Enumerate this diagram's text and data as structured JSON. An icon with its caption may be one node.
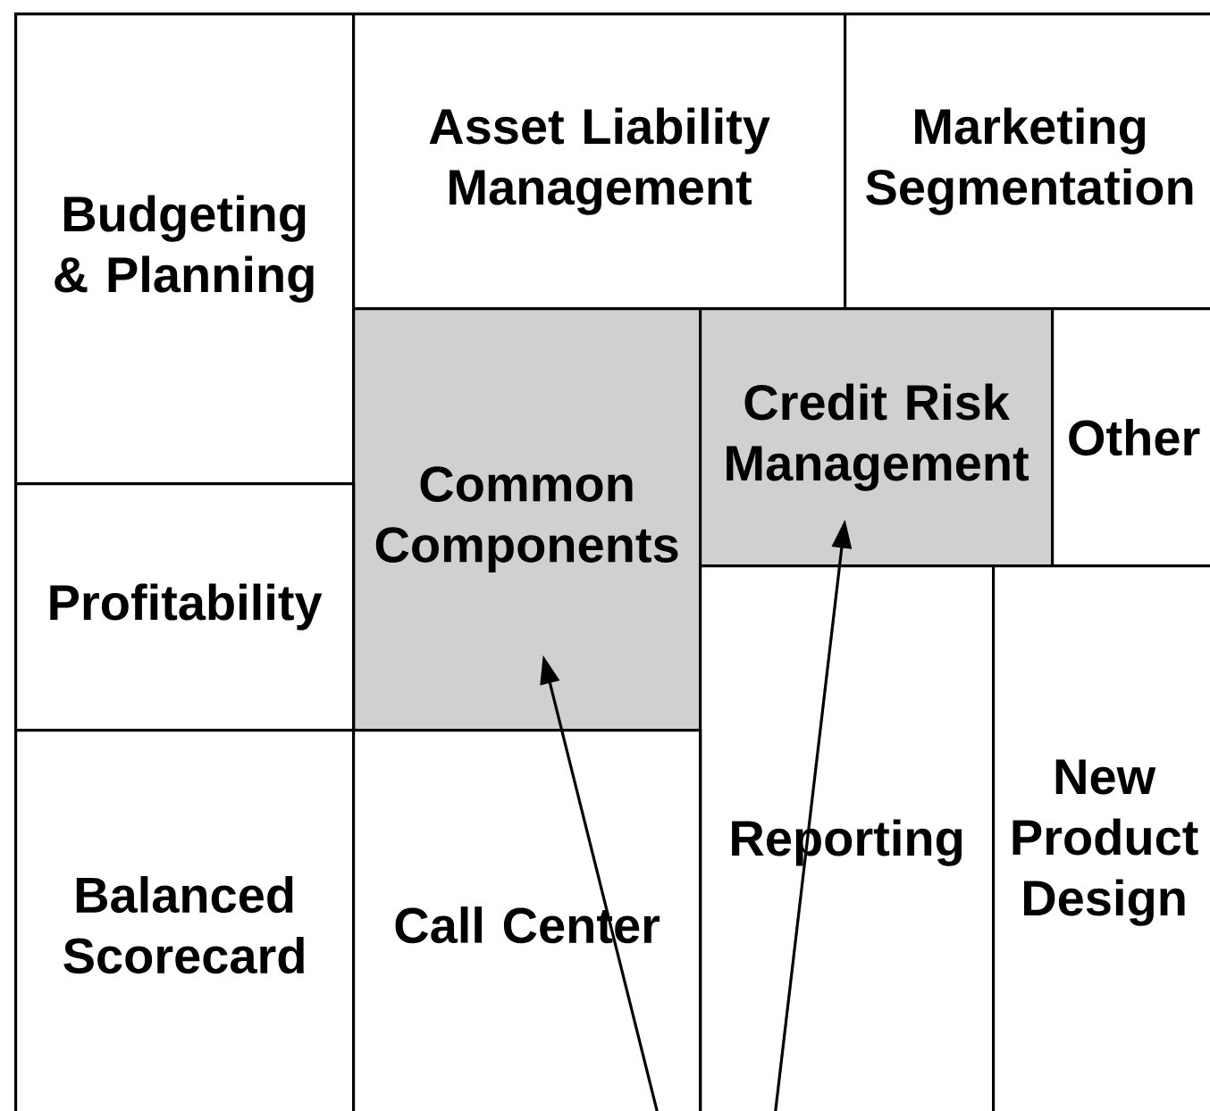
{
  "diagram": {
    "nodes": [
      {
        "text": [
          "Budgeting & Planning"
        ]
      },
      {
        "text": [
          "Asset Liability Management"
        ]
      },
      {
        "text": [
          "Marketing Segmentation"
        ]
      },
      {
        "text": [
          "Common Components"
        ]
      },
      {
        "text": [
          "Credit Risk Management"
        ]
      },
      {
        "text": [
          "Other"
        ]
      },
      {
        "text": [
          "Profitability"
        ]
      },
      {
        "text": [
          "Reporting"
        ]
      },
      {
        "text": [
          "New Product Design"
        ]
      },
      {
        "text": [
          "Balanced Scorecard"
        ]
      },
      {
        "text": [
          "Call Center"
        ]
      }
    ],
    "edges": [
      {
        "from": 10,
        "to": 3,
        "arrow": "to"
      },
      {
        "from": 7,
        "to": 4,
        "arrow": "to"
      }
    ]
  }
}
